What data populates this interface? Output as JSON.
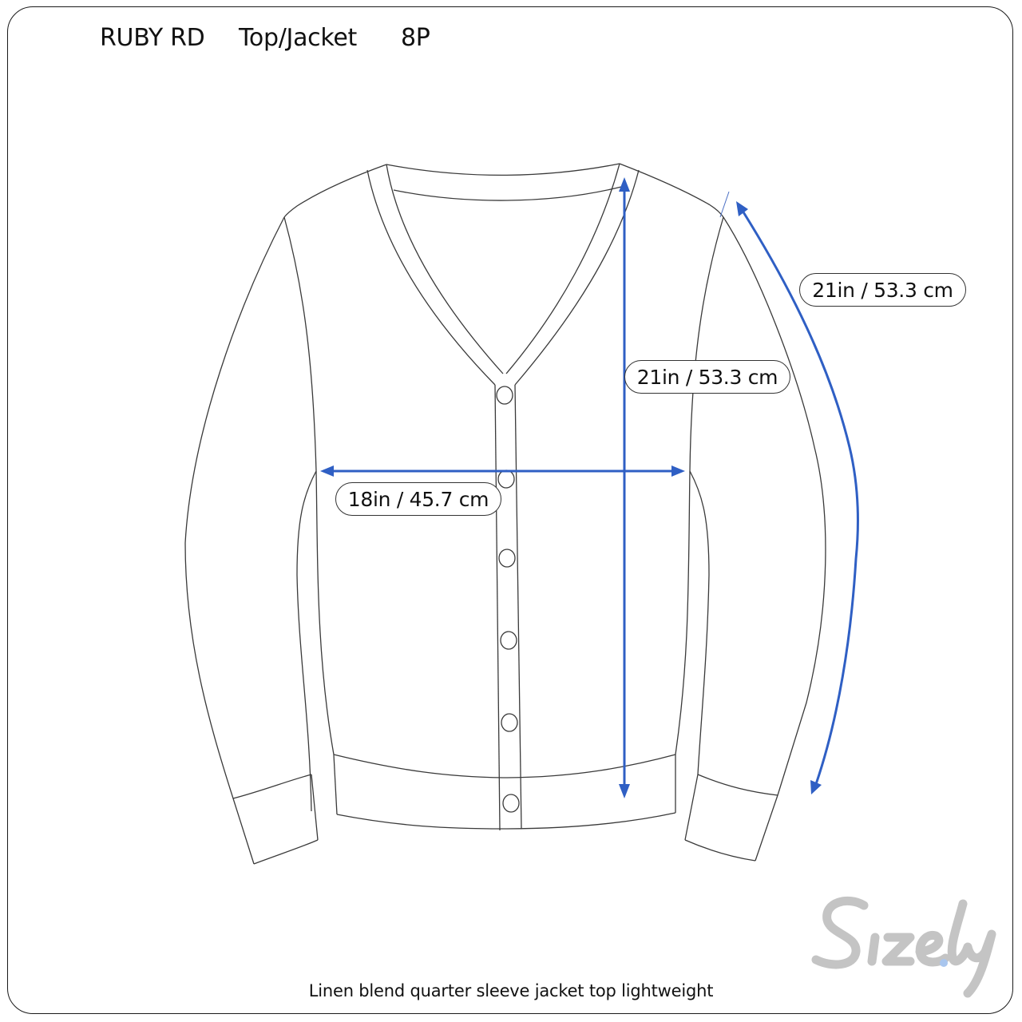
{
  "header": {
    "brand": "RUBY RD",
    "category": "Top/Jacket",
    "size": "8P"
  },
  "measurements": {
    "sleeve": {
      "label": "21in / 53.3 cm",
      "inches": 21,
      "cm": 53.3
    },
    "length": {
      "label": "21in / 53.3 cm",
      "inches": 21,
      "cm": 53.3
    },
    "chest": {
      "label": "18in / 45.7 cm",
      "inches": 18,
      "cm": 45.7
    }
  },
  "caption": "Linen blend quarter  sleeve jacket top lightweight",
  "logo": {
    "text": "Size.ly",
    "color": "#c4c4c4",
    "dot_color": "#a9c6ee"
  },
  "colors": {
    "arrow": "#2f5fc4",
    "outline": "#3a3a3a",
    "frame": "#1a1a1a"
  },
  "garment": {
    "type": "cardigan",
    "buttons": 6
  }
}
